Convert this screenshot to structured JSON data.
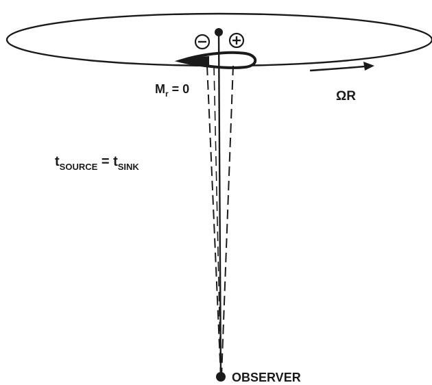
{
  "diagram": {
    "labels": {
      "mach_main": "M",
      "mach_sub": "r",
      "mach_eq": " = 0",
      "rotation": "ΩR",
      "time_t1": "t",
      "time_sub1": "SOURCE",
      "time_eq": " = ",
      "time_t2": "t",
      "time_sub2": "SINK",
      "observer": "OBSERVER",
      "sink_symbol": "−",
      "source_symbol": "+"
    },
    "colors": {
      "ink": "#1a1a1a",
      "background": "#ffffff"
    }
  }
}
